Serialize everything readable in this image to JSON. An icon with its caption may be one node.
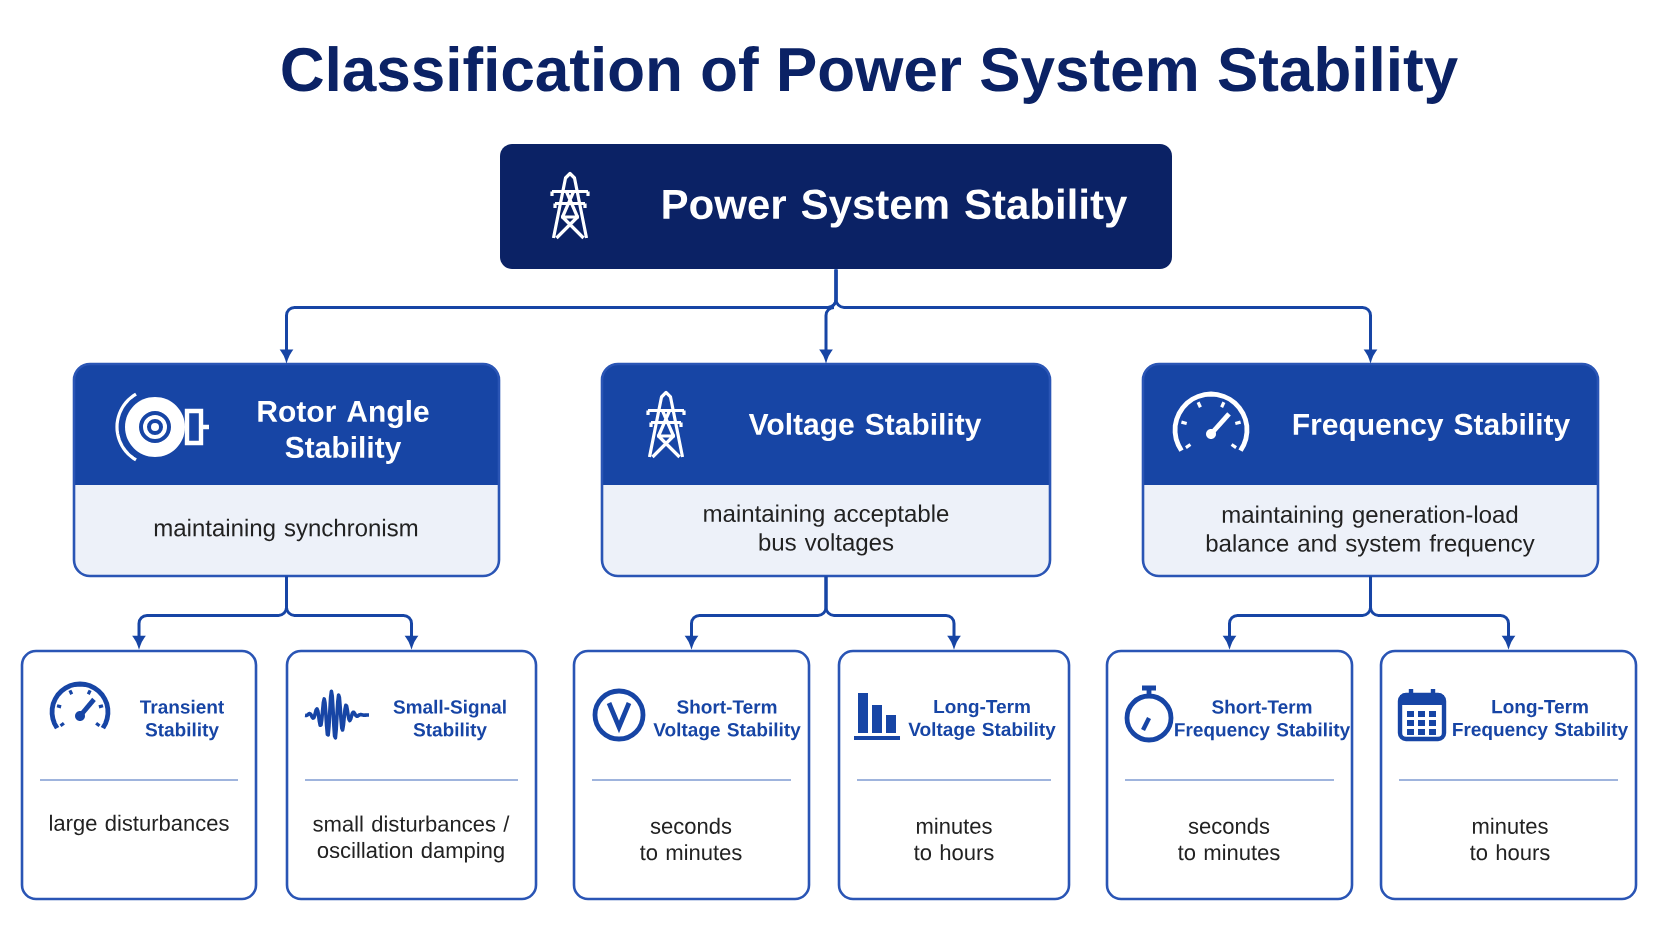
{
  "diagram": {
    "title": "Classification of Power System Stability",
    "nodes": [
      {
        "text": [
          "Power System Stability"
        ]
      },
      {
        "text": [
          "Rotor Angle Stability",
          "maintaining synchronism"
        ]
      },
      {
        "text": [
          "Voltage Stability",
          "maintaining acceptable bus voltages"
        ]
      },
      {
        "text": [
          "Frequency Stability",
          "maintaining generation-load balance and system frequency"
        ]
      },
      {
        "text": [
          "Transient Stability",
          "large disturbances"
        ]
      },
      {
        "text": [
          "Small-Signal Stability",
          "small disturbances / oscillation damping"
        ]
      },
      {
        "text": [
          "Short-Term Voltage Stability",
          "seconds to minutes"
        ]
      },
      {
        "text": [
          "Long-Term Voltage Stability",
          "minutes to hours"
        ]
      },
      {
        "text": [
          "Short-Term Frequency Stability",
          "seconds to minutes"
        ]
      },
      {
        "text": [
          "Long-Term Frequency Stability",
          "minutes to hours"
        ]
      }
    ],
    "edges": [
      {
        "from": 0,
        "to": 1,
        "arrow": "to"
      },
      {
        "from": 0,
        "to": 2,
        "arrow": "to"
      },
      {
        "from": 0,
        "to": 3,
        "arrow": "to"
      },
      {
        "from": 1,
        "to": 4,
        "arrow": "to"
      },
      {
        "from": 1,
        "to": 5,
        "arrow": "to"
      },
      {
        "from": 2,
        "to": 6,
        "arrow": "to"
      },
      {
        "from": 2,
        "to": 7,
        "arrow": "to"
      },
      {
        "from": 3,
        "to": 8,
        "arrow": "to"
      },
      {
        "from": 3,
        "to": 9,
        "arrow": "to"
      }
    ]
  }
}
